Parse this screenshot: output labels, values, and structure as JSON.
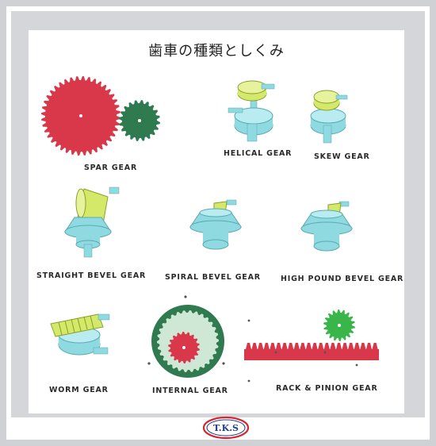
{
  "title": "歯車の種類としくみ",
  "labels": {
    "spar": "SPAR GEAR",
    "helical": "HELICAL GEAR",
    "skew": "SKEW GEAR",
    "straight_bevel": "STRAIGHT BEVEL GEAR",
    "spiral_bevel": "SPIRAL BEVEL GEAR",
    "high_pound": "HIGH POUND BEVEL GEAR",
    "worm": "WORM GEAR",
    "internal": "INTERNAL GEAR",
    "rack_pinion": "RACK & PINION GEAR"
  },
  "logo": {
    "text": "T.K.S"
  },
  "colors": {
    "red": "#d9374a",
    "green": "#2f7a4f",
    "bright_green": "#39b54a",
    "cyan": "#8fd9e0",
    "yellow_green": "#d4e86a",
    "logo_blue": "#1f3f8a",
    "logo_red": "#d5262e"
  }
}
